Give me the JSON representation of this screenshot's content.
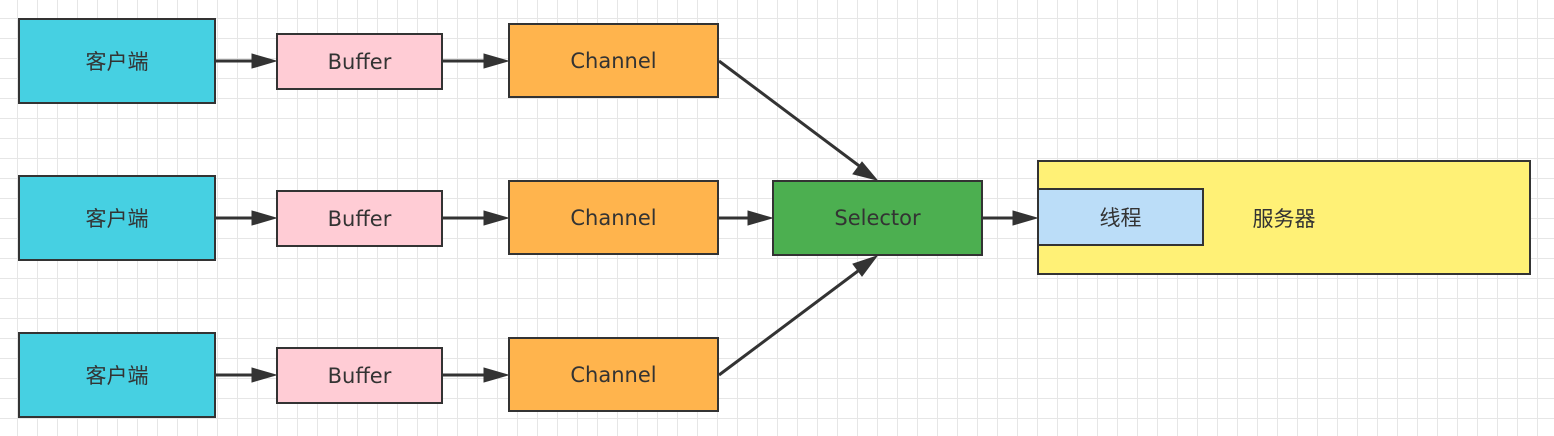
{
  "diagram": {
    "clients": [
      {
        "label": "客户端"
      },
      {
        "label": "客户端"
      },
      {
        "label": "客户端"
      }
    ],
    "buffers": [
      {
        "label": "Buffer"
      },
      {
        "label": "Buffer"
      },
      {
        "label": "Buffer"
      }
    ],
    "channels": [
      {
        "label": "Channel"
      },
      {
        "label": "Channel"
      },
      {
        "label": "Channel"
      }
    ],
    "selector": {
      "label": "Selector"
    },
    "server": {
      "label": "服务器",
      "thread": {
        "label": "线程"
      }
    }
  },
  "colors": {
    "client": "#46D0E2",
    "buffer": "#FFCCD5",
    "channel": "#FFB44D",
    "selector": "#4CAF50",
    "server": "#FFF176",
    "thread": "#BBDDF8",
    "stroke": "#333333",
    "grid": "#E6E6E6"
  }
}
